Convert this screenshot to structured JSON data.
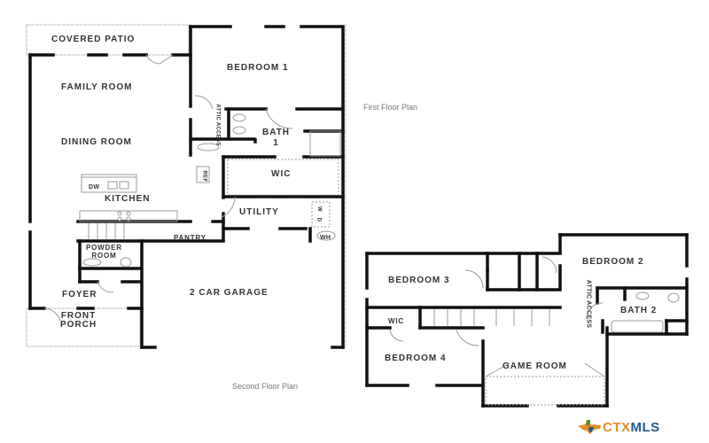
{
  "first_floor": {
    "caption": "First Floor Plan",
    "rooms": {
      "covered_patio": "COVERED PATIO",
      "bedroom_1": "BEDROOM 1",
      "family_room": "FAMILY ROOM",
      "attic_access": "ATTIC ACCESS",
      "bath_1_line1": "BATH",
      "bath_1_line2": "1",
      "dining_room": "DINING ROOM",
      "ref": "REF",
      "wic": "WIC",
      "dw": "DW",
      "kitchen": "KITCHEN",
      "utility": "UTILITY",
      "washer": "W",
      "dryer": "D",
      "pantry": "PANTRY",
      "wh": "WH",
      "powder_room_line1": "POWDER",
      "powder_room_line2": "ROOM",
      "foyer": "FOYER",
      "garage": "2 CAR GARAGE",
      "front_porch_line1": "FRONT",
      "front_porch_line2": "PORCH"
    }
  },
  "second_floor": {
    "caption": "Second Floor Plan",
    "rooms": {
      "bedroom_2": "BEDROOM 2",
      "bedroom_3": "BEDROOM 3",
      "attic_access": "ATTIC ACCESS",
      "bath_2": "BATH 2",
      "wic": "WIC",
      "bedroom_4": "BEDROOM 4",
      "game_room": "GAME ROOM"
    }
  },
  "logo": {
    "prefix": "CTX",
    "suffix": "MLS",
    "icon": "texas-map-icon",
    "colors": {
      "orange": "#e98a2a",
      "blue": "#1d5c8c",
      "green": "#3a9a3a"
    }
  }
}
